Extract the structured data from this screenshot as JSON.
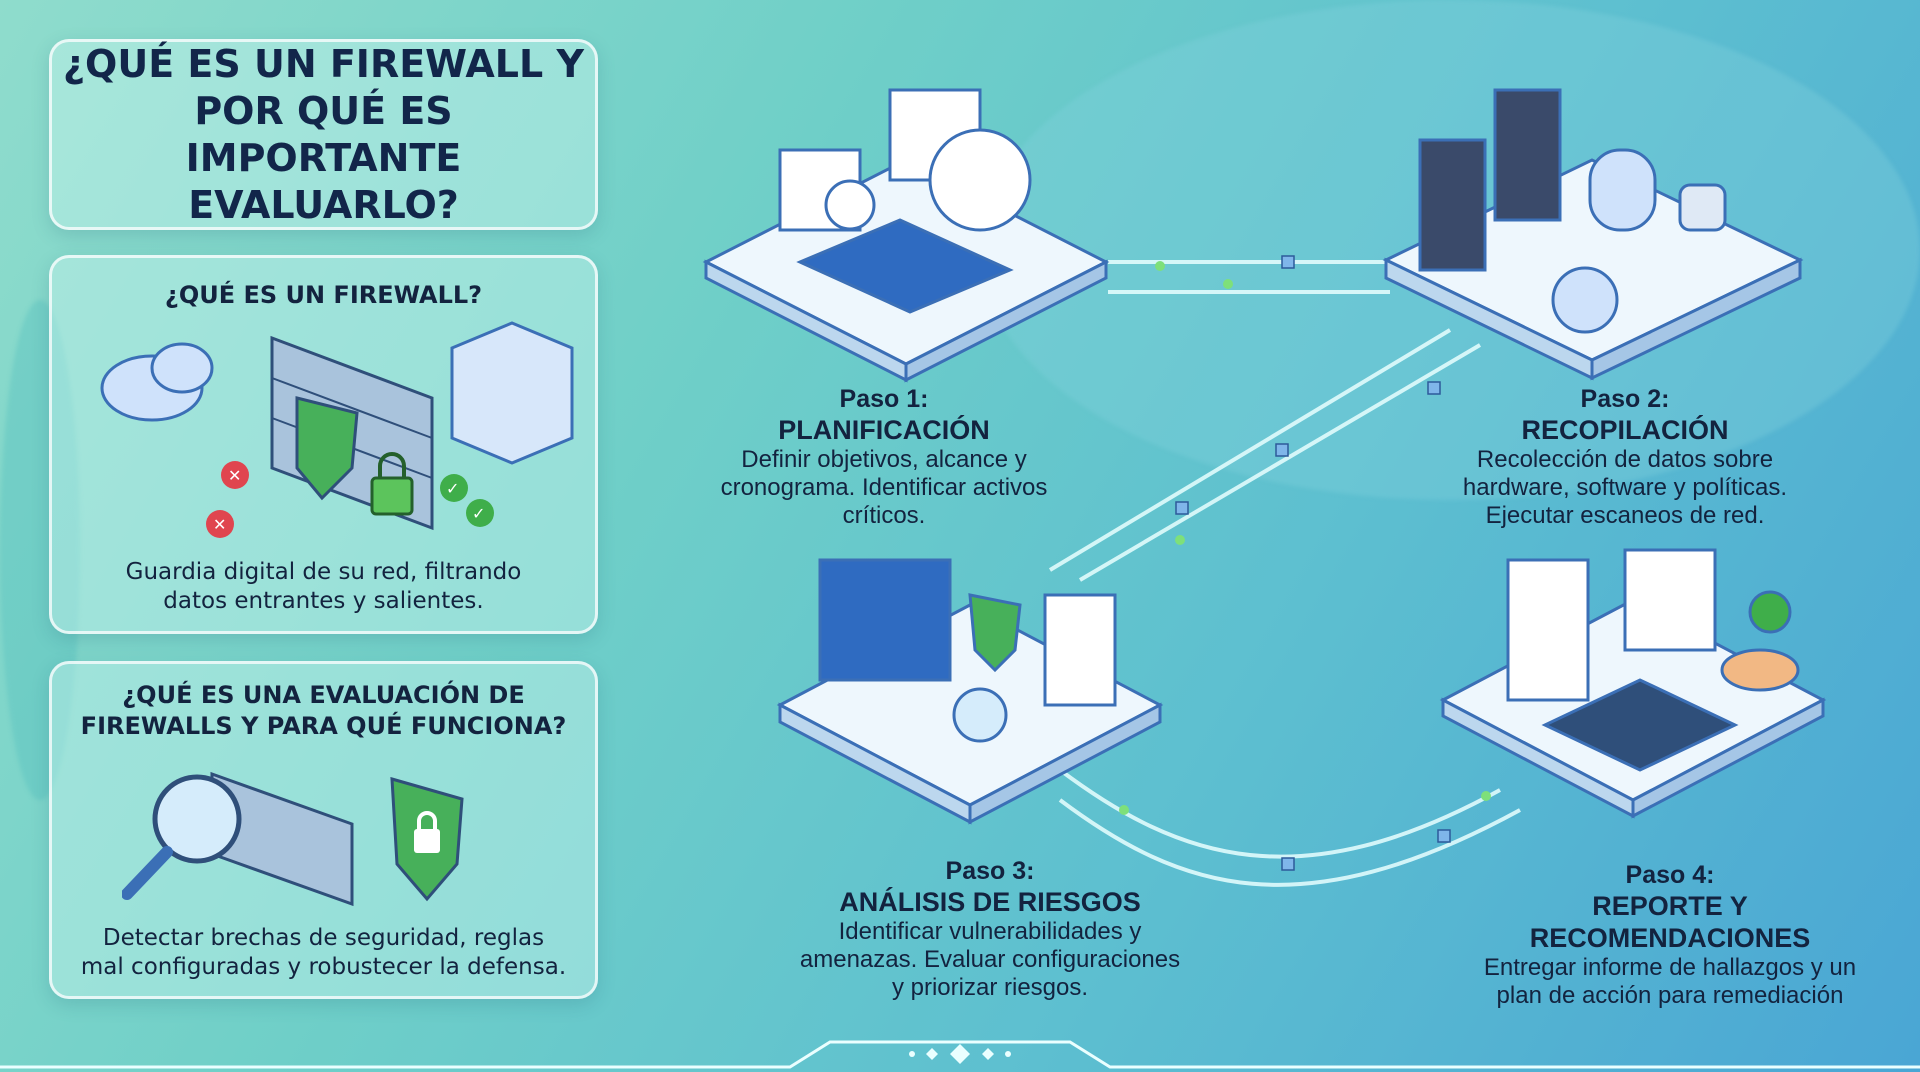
{
  "title": {
    "line1": "¿QUÉ ES UN FIREWALL Y",
    "line2": "POR QUÉ ES IMPORTANTE",
    "line3": "EVALUARLO?"
  },
  "firewall": {
    "heading": "¿QUÉ ES UN FIREWALL?",
    "line1": "Guardia digital de su red, filtrando",
    "line2": "datos entrantes y salientes."
  },
  "evaluation": {
    "heading1": "¿QUÉ ES UNA EVALUACIÓN DE",
    "heading2": "FIREWALLS Y PARA QUÉ FUNCIONA?",
    "line1": "Detectar brechas de seguridad, reglas",
    "line2": "mal configuradas y robustecer la defensa."
  },
  "steps": [
    {
      "number": "Paso 1:",
      "title": "PLANIFICACIÓN",
      "lines": [
        "Definir objetivos, alcance y",
        "cronograma. Identificar activos",
        "críticos."
      ]
    },
    {
      "number": "Paso 2:",
      "title": "RECOPILACIÓN",
      "lines": [
        "Recolección de datos sobre",
        "hardware, software y políticas.",
        "Ejecutar escaneos de red."
      ]
    },
    {
      "number": "Paso 3:",
      "title": "ANÁLISIS DE RIESGOS",
      "lines": [
        "Identificar vulnerabilidades y",
        "amenazas. Evaluar configuraciones",
        "y priorizar riesgos."
      ]
    },
    {
      "number": "Paso 4:",
      "title": "REPORTE Y RECOMENDACIONES",
      "lines": [
        "Entregar informe de hallazgos y un",
        "plan de acción para remediación"
      ]
    }
  ],
  "colors": {
    "text": "#13233f",
    "green": "#3fae4a",
    "blue": "#3b6fb6",
    "red": "#e0454f"
  }
}
